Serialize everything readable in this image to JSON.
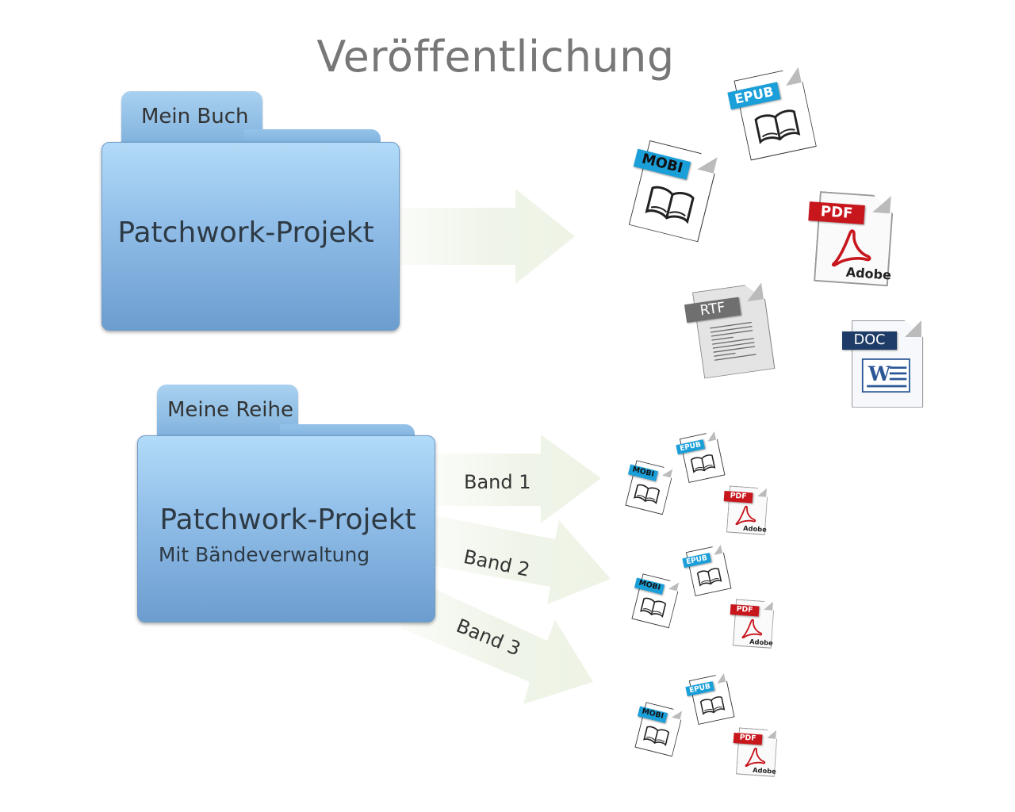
{
  "title": "Veröffentlichung",
  "folder_top": {
    "tab_label": "Mein Buch",
    "label": "Patchwork-Projekt"
  },
  "folder_bottom": {
    "tab_label": "Meine Reihe",
    "label": "Patchwork-Projekt",
    "sublabel": "Mit Bändeverwaltung"
  },
  "bands": [
    "Band 1",
    "Band 2",
    "Band 3"
  ],
  "formats": {
    "mobi": "MOBI",
    "epub": "EPUB",
    "pdf": "PDF",
    "adobe": "Adobe",
    "rtf": "RTF",
    "doc": "DOC",
    "word_letter": "W"
  },
  "colors": {
    "mobi_badge": "#1b9fd9",
    "epub_badge": "#1b9fd9",
    "pdf_badge": "#c8161d",
    "doc_badge": "#1e3c67",
    "rtf_badge": "#6f6f6f",
    "arrow": "#eef3e6",
    "folder_top": "#b2dbf8",
    "folder_bottom": "#6c9dcf"
  },
  "icons": [
    "folder-icon",
    "mobi-file-icon",
    "epub-file-icon",
    "pdf-file-icon",
    "rtf-file-icon",
    "doc-file-icon",
    "arrow-icon"
  ]
}
